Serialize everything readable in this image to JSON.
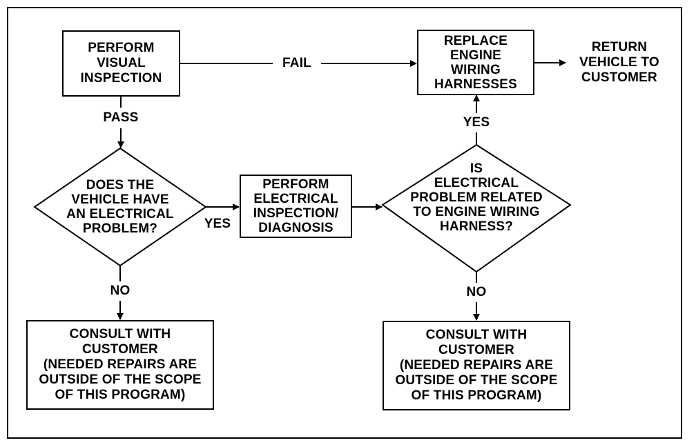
{
  "nodes": {
    "visual_inspection": "PERFORM\nVISUAL\nINSPECTION",
    "replace_harness": "REPLACE\nENGINE\nWIRING\nHARNESSES",
    "return_vehicle": "RETURN\nVEHICLE TO\nCUSTOMER",
    "electrical_problem_q": "DOES THE\nVEHICLE HAVE\nAN ELECTRICAL\nPROBLEM?",
    "electrical_inspection": "PERFORM\nELECTRICAL\nINSPECTION/\nDIAGNOSIS",
    "harness_related_q": "IS\nELECTRICAL\nPROBLEM RELATED\nTO ENGINE WIRING\nHARNESS?",
    "consult_left": "CONSULT WITH\nCUSTOMER\n(NEEDED REPAIRS ARE\nOUTSIDE OF THE SCOPE\nOF THIS PROGRAM)",
    "consult_right": "CONSULT WITH\nCUSTOMER\n(NEEDED REPAIRS ARE\nOUTSIDE OF THE SCOPE\nOF THIS PROGRAM)"
  },
  "edges": {
    "fail": "FAIL",
    "pass": "PASS",
    "yes_left": "YES",
    "no_left": "NO",
    "yes_right": "YES",
    "no_right": "NO"
  }
}
